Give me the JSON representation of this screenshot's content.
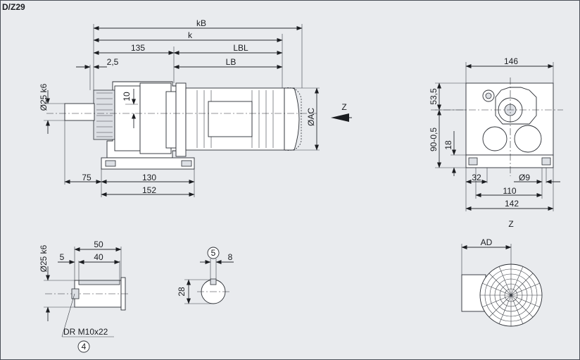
{
  "title": "D/Z29",
  "side_view": {
    "dims": {
      "kB": "kB",
      "k": "k",
      "d135": "135",
      "LBL": "LBL",
      "d2_5": "2,5",
      "LB": "LB",
      "shaft": "Ø25 k6",
      "d10": "10",
      "AC": "ØAC",
      "d75": "75",
      "d130": "130",
      "d152": "152"
    },
    "view_label": "Z"
  },
  "end_view": {
    "dims": {
      "d146": "146",
      "d53_5": "53,5",
      "d90": "90-0,5",
      "d18": "18",
      "d32": "32",
      "d9": "Ø9",
      "d110": "110",
      "d142": "142"
    },
    "caption": "Z"
  },
  "shaft_detail": {
    "dims": {
      "d50": "50",
      "d5": "5",
      "d40": "40",
      "shaft": "Ø25 k6"
    },
    "thread": "DR M10x22",
    "callout": "4"
  },
  "key_detail": {
    "callout": "5",
    "dims": {
      "d8": "8",
      "d28": "28"
    }
  },
  "terminal_view": {
    "dims": {
      "AD": "AD"
    }
  },
  "colors": {
    "background": "#e9ebee",
    "line": "#2a2d33",
    "part": "#ffffff"
  },
  "icons": [
    "arrow-left-icon"
  ]
}
